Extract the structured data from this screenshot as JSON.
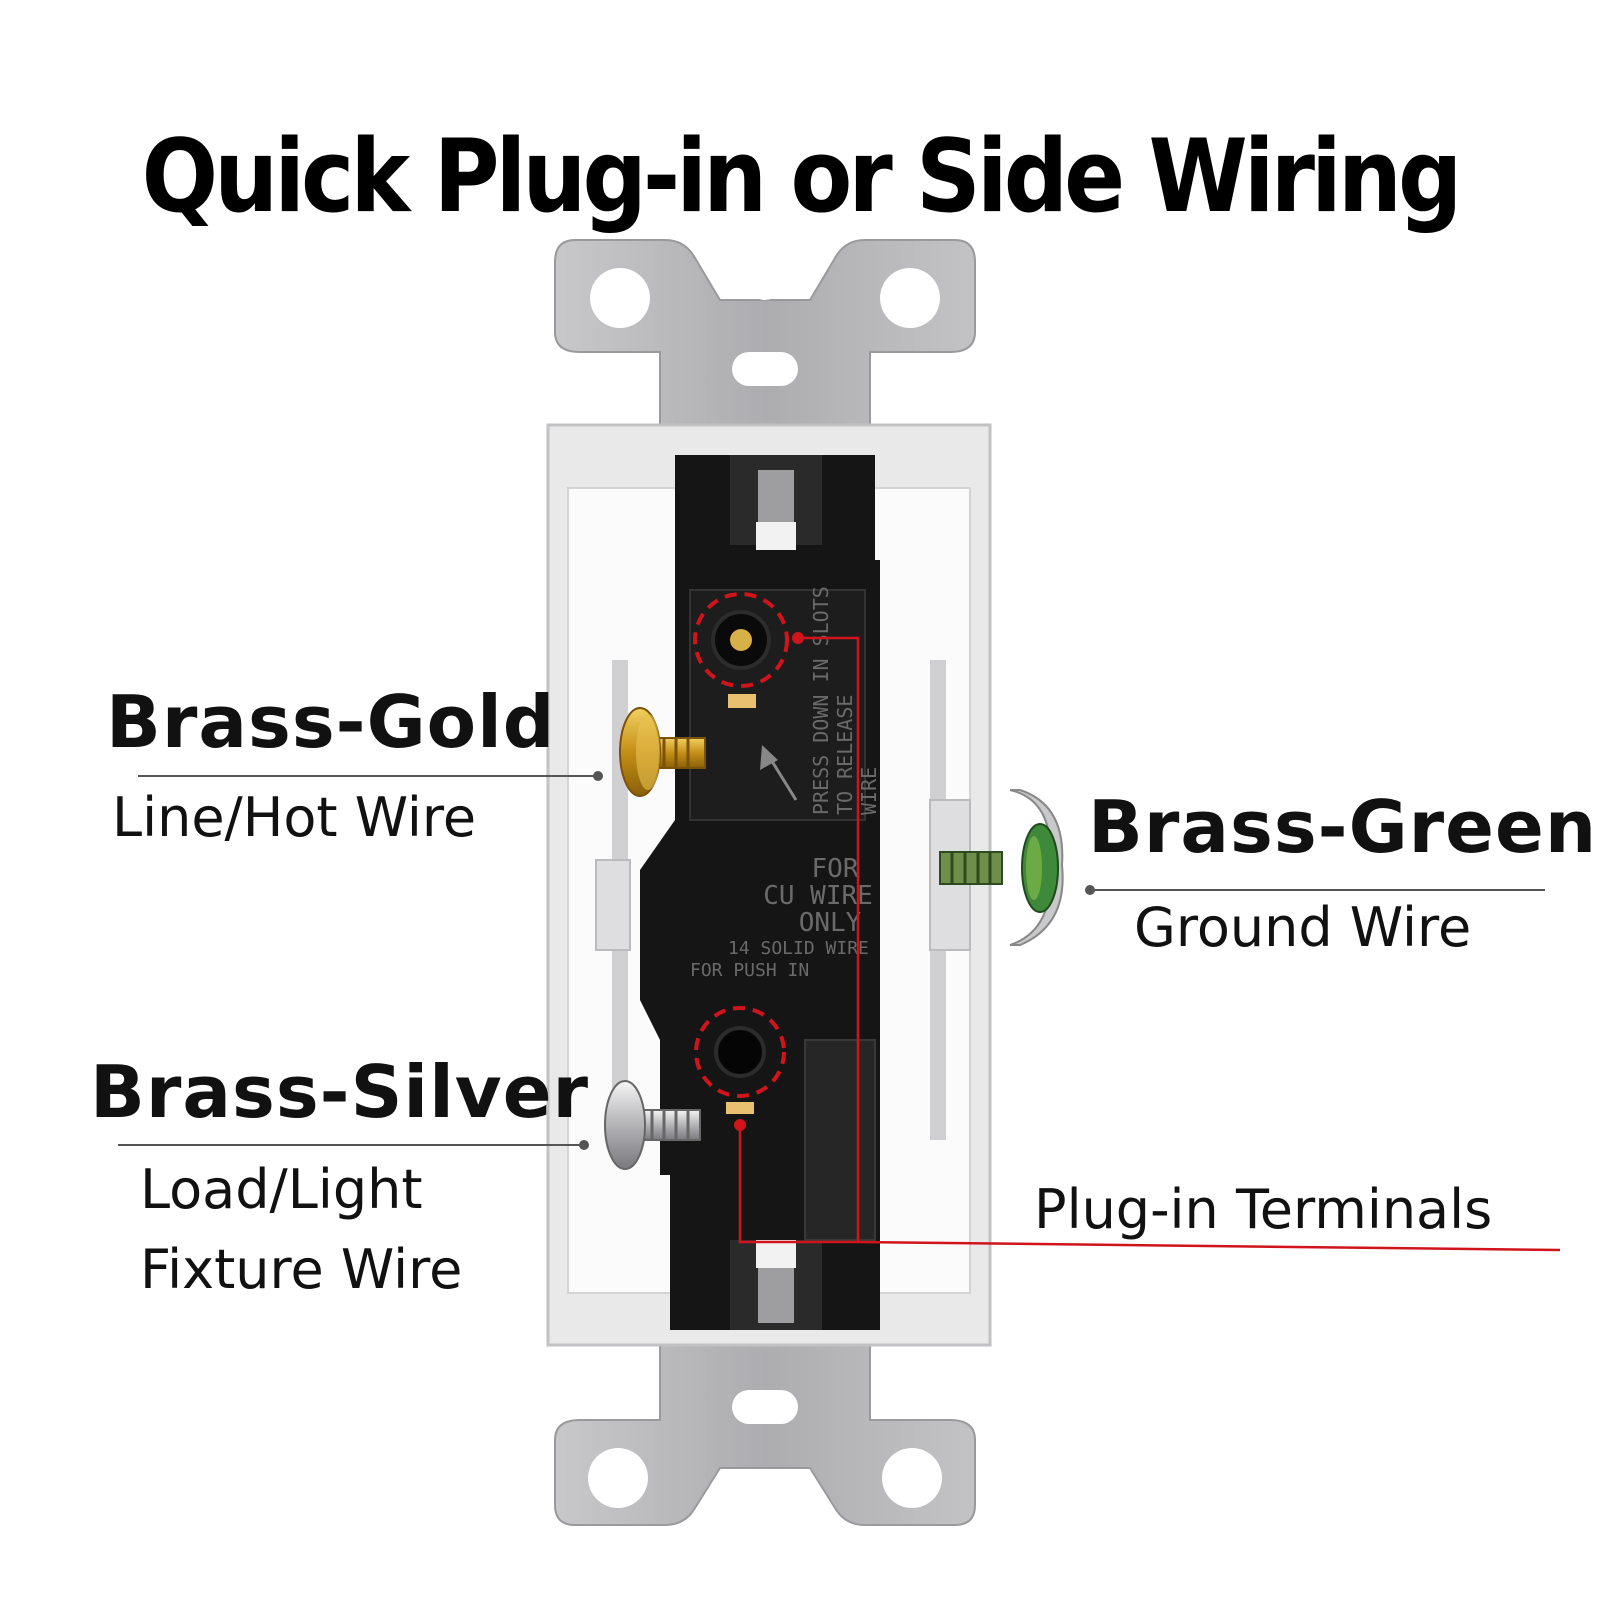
{
  "title": "Quick Plug-in or Side Wiring",
  "labels": {
    "brass_gold": "Brass-Gold",
    "line_hot": "Line/Hot Wire",
    "brass_silver": "Brass-Silver",
    "load_light_1": "Load/Light",
    "load_light_2": "Fixture Wire",
    "brass_green": "Brass-Green",
    "ground": "Ground Wire",
    "plug_in": "Plug-in Terminals"
  },
  "device_text": {
    "press_1": "PRESS DOWN IN SLOTS",
    "press_2": "TO RELEASE",
    "press_3": "WIRE",
    "cu_1": "FOR",
    "cu_2": "CU WIRE",
    "cu_3": "ONLY",
    "solid_1": "14 SOLID WIRE",
    "solid_2": "FOR PUSH IN"
  },
  "colors": {
    "plate": "#b9b9bb",
    "body_black": "#151515",
    "frame_white": "#f4f4f4",
    "brass": "#d4a52a",
    "silver": "#cfcfd2",
    "green": "#3f8a3a",
    "callout_red": "#d0141c",
    "leader_gray": "#555555"
  }
}
